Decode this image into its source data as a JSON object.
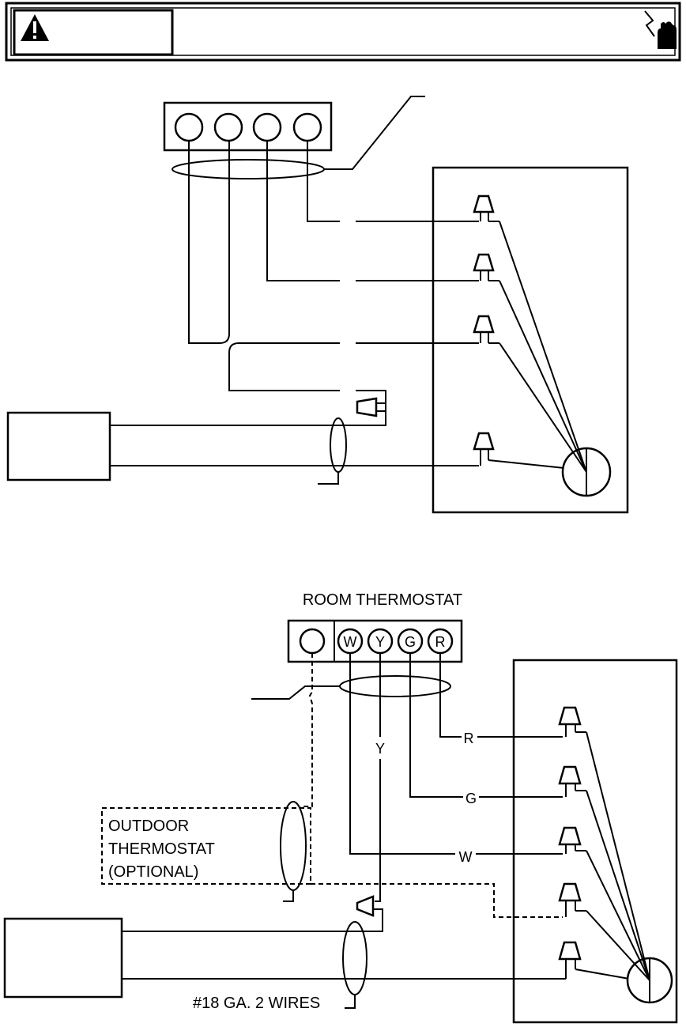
{
  "warning_banner": {
    "icon": "warning-triangle-icon",
    "label": "",
    "hand_icon": "electric-shock-hand-icon"
  },
  "diagram_bottom": {
    "thermostat_title": "ROOM THERMOSTAT",
    "terminals": [
      "W",
      "Y",
      "G",
      "R"
    ],
    "wire_labels": {
      "r": "R",
      "g": "G",
      "w": "W",
      "y": "Y"
    },
    "outdoor_label": [
      "OUTDOOR",
      "THERMOSTAT",
      "(OPTIONAL)"
    ],
    "gauge_label": "#18 GA. 2 WIRES"
  }
}
